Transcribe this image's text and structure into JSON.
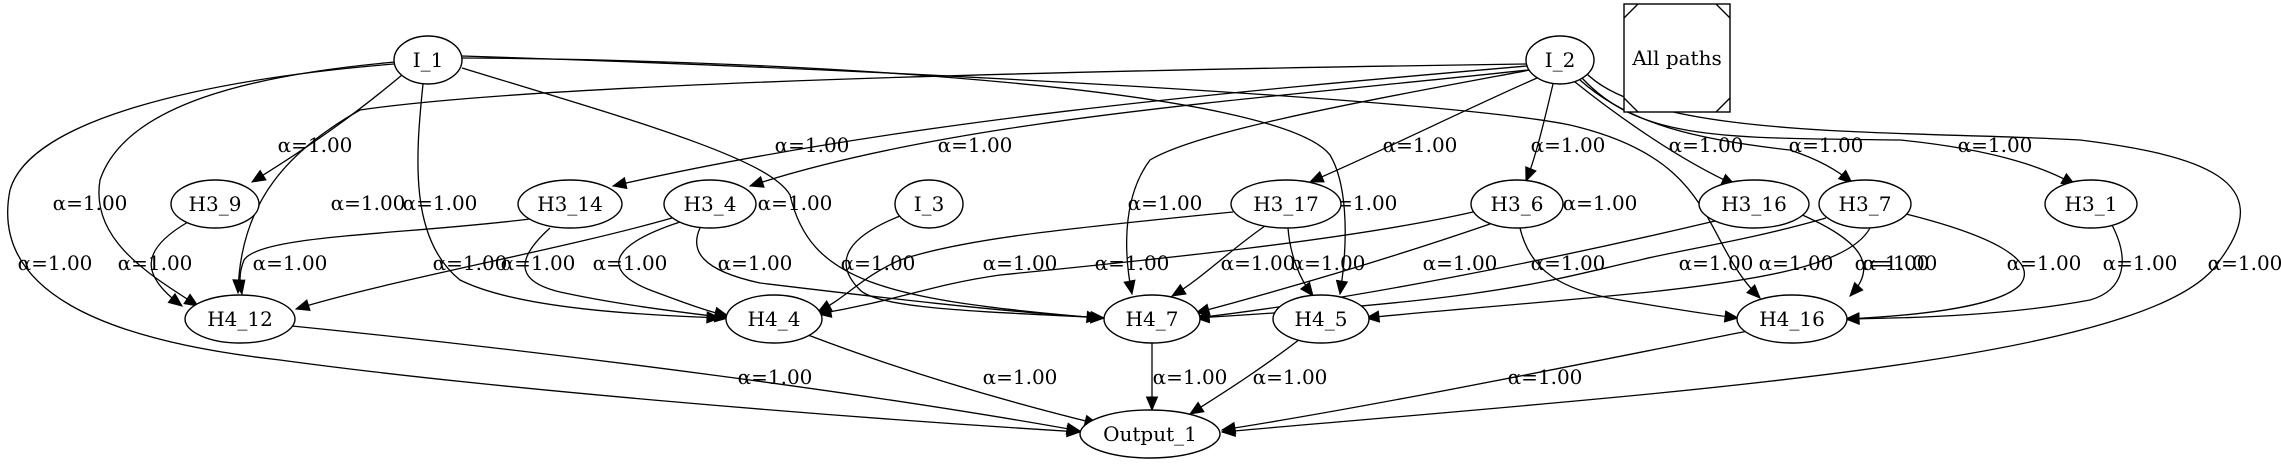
{
  "legend": {
    "label": "All paths"
  },
  "nodes": [
    {
      "id": "I_1",
      "label": "I_1"
    },
    {
      "id": "I_2",
      "label": "I_2"
    },
    {
      "id": "I_3",
      "label": "I_3"
    },
    {
      "id": "H3_9",
      "label": "H3_9"
    },
    {
      "id": "H3_14",
      "label": "H3_14"
    },
    {
      "id": "H3_4",
      "label": "H3_4"
    },
    {
      "id": "H3_17",
      "label": "H3_17"
    },
    {
      "id": "H3_6",
      "label": "H3_6"
    },
    {
      "id": "H3_16",
      "label": "H3_16"
    },
    {
      "id": "H3_7",
      "label": "H3_7"
    },
    {
      "id": "H3_1",
      "label": "H3_1"
    },
    {
      "id": "H4_12",
      "label": "H4_12"
    },
    {
      "id": "H4_4",
      "label": "H4_4"
    },
    {
      "id": "H4_7",
      "label": "H4_7"
    },
    {
      "id": "H4_5",
      "label": "H4_5"
    },
    {
      "id": "H4_16",
      "label": "H4_16"
    },
    {
      "id": "Output_1",
      "label": "Output_1"
    }
  ],
  "edges": [
    {
      "from": "I_1",
      "to": "H3_9",
      "label": "α=1.00"
    },
    {
      "from": "I_1",
      "to": "H4_12",
      "label": "α=1.00"
    },
    {
      "from": "I_1",
      "to": "H4_4",
      "label": "α=1.00"
    },
    {
      "from": "I_1",
      "to": "H4_7",
      "label": "α=1.00"
    },
    {
      "from": "I_1",
      "to": "H4_5",
      "label": "α=1.00"
    },
    {
      "from": "I_1",
      "to": "H4_16",
      "label": "α=1.00"
    },
    {
      "from": "I_1",
      "to": "Output_1",
      "label": "α=1.00"
    },
    {
      "from": "I_2",
      "to": "H3_14",
      "label": "α=1.00"
    },
    {
      "from": "I_2",
      "to": "H3_4",
      "label": "α=1.00"
    },
    {
      "from": "I_2",
      "to": "H3_17",
      "label": "α=1.00"
    },
    {
      "from": "I_2",
      "to": "H3_6",
      "label": "α=1.00"
    },
    {
      "from": "I_2",
      "to": "H3_16",
      "label": "α=1.00"
    },
    {
      "from": "I_2",
      "to": "H3_7",
      "label": "α=1.00"
    },
    {
      "from": "I_2",
      "to": "H3_1",
      "label": "α=1.00"
    },
    {
      "from": "I_2",
      "to": "H4_12",
      "label": "α=1.00"
    },
    {
      "from": "I_2",
      "to": "H4_7",
      "label": "α=1.00"
    },
    {
      "from": "I_2",
      "to": "Output_1",
      "label": "α=1.00"
    },
    {
      "from": "I_3",
      "to": "H4_7",
      "label": "α=1.00"
    },
    {
      "from": "H3_9",
      "to": "H4_12",
      "label": "α=1.00"
    },
    {
      "from": "H3_14",
      "to": "H4_12",
      "label": "α=1.00"
    },
    {
      "from": "H3_14",
      "to": "H4_4",
      "label": "α=1.00"
    },
    {
      "from": "H3_4",
      "to": "H4_12",
      "label": "α=1.00"
    },
    {
      "from": "H3_4",
      "to": "H4_4",
      "label": "α=1.00"
    },
    {
      "from": "H3_4",
      "to": "H4_7",
      "label": "α=1.00"
    },
    {
      "from": "H3_17",
      "to": "H4_4",
      "label": "α=1.00"
    },
    {
      "from": "H3_17",
      "to": "H4_7",
      "label": "α=1.00"
    },
    {
      "from": "H3_17",
      "to": "H4_5",
      "label": "α=1.00"
    },
    {
      "from": "H3_6",
      "to": "H4_4",
      "label": "α=1.00"
    },
    {
      "from": "H3_6",
      "to": "H4_7",
      "label": "α=1.00"
    },
    {
      "from": "H3_6",
      "to": "H4_16",
      "label": "α=1.00"
    },
    {
      "from": "H3_16",
      "to": "H4_7",
      "label": "α=1.00"
    },
    {
      "from": "H3_16",
      "to": "H4_16",
      "label": "α=1.00"
    },
    {
      "from": "H3_7",
      "to": "H4_7",
      "label": "α=1.00"
    },
    {
      "from": "H3_7",
      "to": "H4_5",
      "label": "α=1.00"
    },
    {
      "from": "H3_7",
      "to": "H4_16",
      "label": "α=1.00"
    },
    {
      "from": "H3_1",
      "to": "H4_16",
      "label": "α=1.00"
    },
    {
      "from": "H4_12",
      "to": "Output_1",
      "label": "α=1.00"
    },
    {
      "from": "H4_4",
      "to": "Output_1",
      "label": "α=1.00"
    },
    {
      "from": "H4_7",
      "to": "Output_1",
      "label": "α=1.00"
    },
    {
      "from": "H4_5",
      "to": "Output_1",
      "label": "α=1.00"
    },
    {
      "from": "H4_16",
      "to": "Output_1",
      "label": "α=1.00"
    }
  ]
}
